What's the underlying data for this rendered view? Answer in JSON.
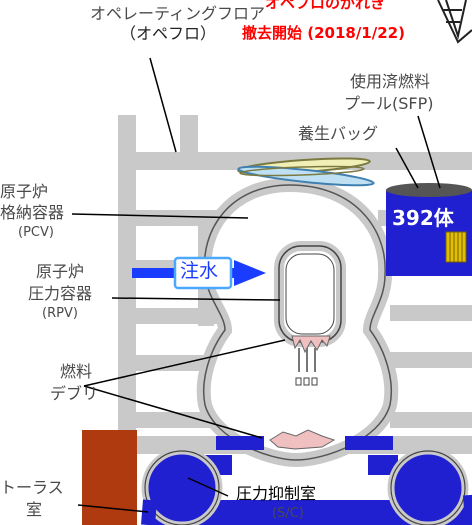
{
  "labels": {
    "opefloor_line1": "オペレーティングフロア",
    "opefloor_line2": "（オペフロ）",
    "removal_line1": "オペフロのがれき",
    "removal_line2": "撤去開始 (2018/1/22)",
    "sfp_line1": "使用済燃料",
    "sfp_line2": "プール(SFP)",
    "curing_bag": "養生バッグ",
    "pcv_line1": "原子炉",
    "pcv_line2": "格納容器",
    "pcv_line3": "(PCV)",
    "rpv_line1": "原子炉",
    "rpv_line2": "圧力容器",
    "rpv_line3": "(RPV)",
    "debris_line1": "燃料",
    "debris_line2": "デブリ",
    "torus_line1": "トーラス",
    "torus_line2": "室",
    "sc_line1": "圧力抑制室",
    "sc_line2": "(S/C)",
    "injection": "注水",
    "fuel_count": "392体"
  },
  "colors": {
    "structure": "#c9c9c9",
    "water": "#2020d0",
    "fuel_rack": "#e0c000",
    "debris": "#f0c0c0",
    "torus_wall": "#b03a10",
    "alert": "#ff0000",
    "arrow": "#1a3cff"
  }
}
